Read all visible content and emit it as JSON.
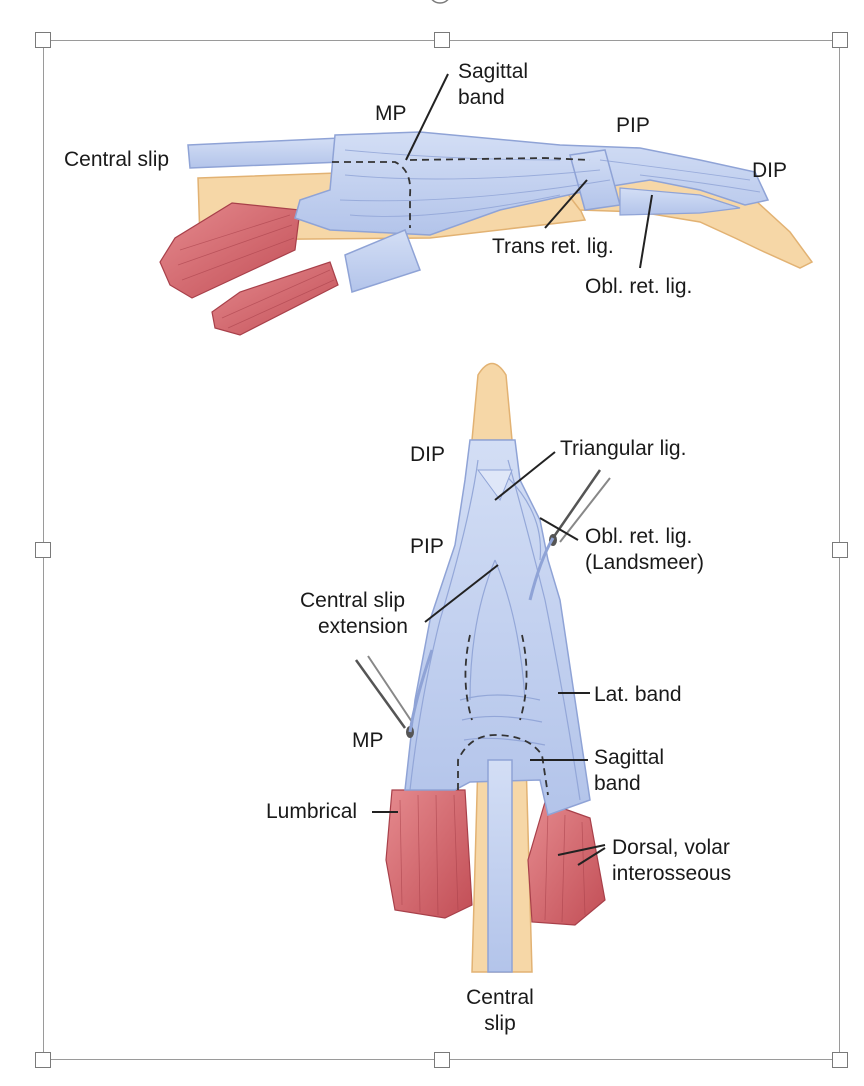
{
  "labels": {
    "top": {
      "central_slip": "Central slip",
      "mp": "MP",
      "sagittal_band_1": "Sagittal",
      "sagittal_band_2": "band",
      "pip": "PIP",
      "dip": "DIP",
      "trans_ret_lig": "Trans ret. lig.",
      "obl_ret_lig": "Obl. ret. lig."
    },
    "bottom": {
      "dip": "DIP",
      "pip": "PIP",
      "triangular_lig": "Triangular lig.",
      "obl_ret_lig_1": "Obl. ret. lig.",
      "obl_ret_lig_2": "(Landsmeer)",
      "central_slip_ext_1": "Central slip",
      "central_slip_ext_2": "extension",
      "lat_band": "Lat. band",
      "mp": "MP",
      "sagittal_band_1": "Sagittal",
      "sagittal_band_2": "band",
      "lumbrical": "Lumbrical",
      "interosseous_1": "Dorsal, volar",
      "interosseous_2": "interosseous",
      "central_slip_1": "Central",
      "central_slip_2": "slip"
    }
  },
  "colors": {
    "tendon": "#c4d2f0",
    "tendon_stroke": "#8fa3d6",
    "bone": "#f6d7a7",
    "bone_stroke": "#e2b273",
    "muscle": "#d86a70",
    "muscle_dark": "#b8454d",
    "frame": "#9a9a9a"
  }
}
